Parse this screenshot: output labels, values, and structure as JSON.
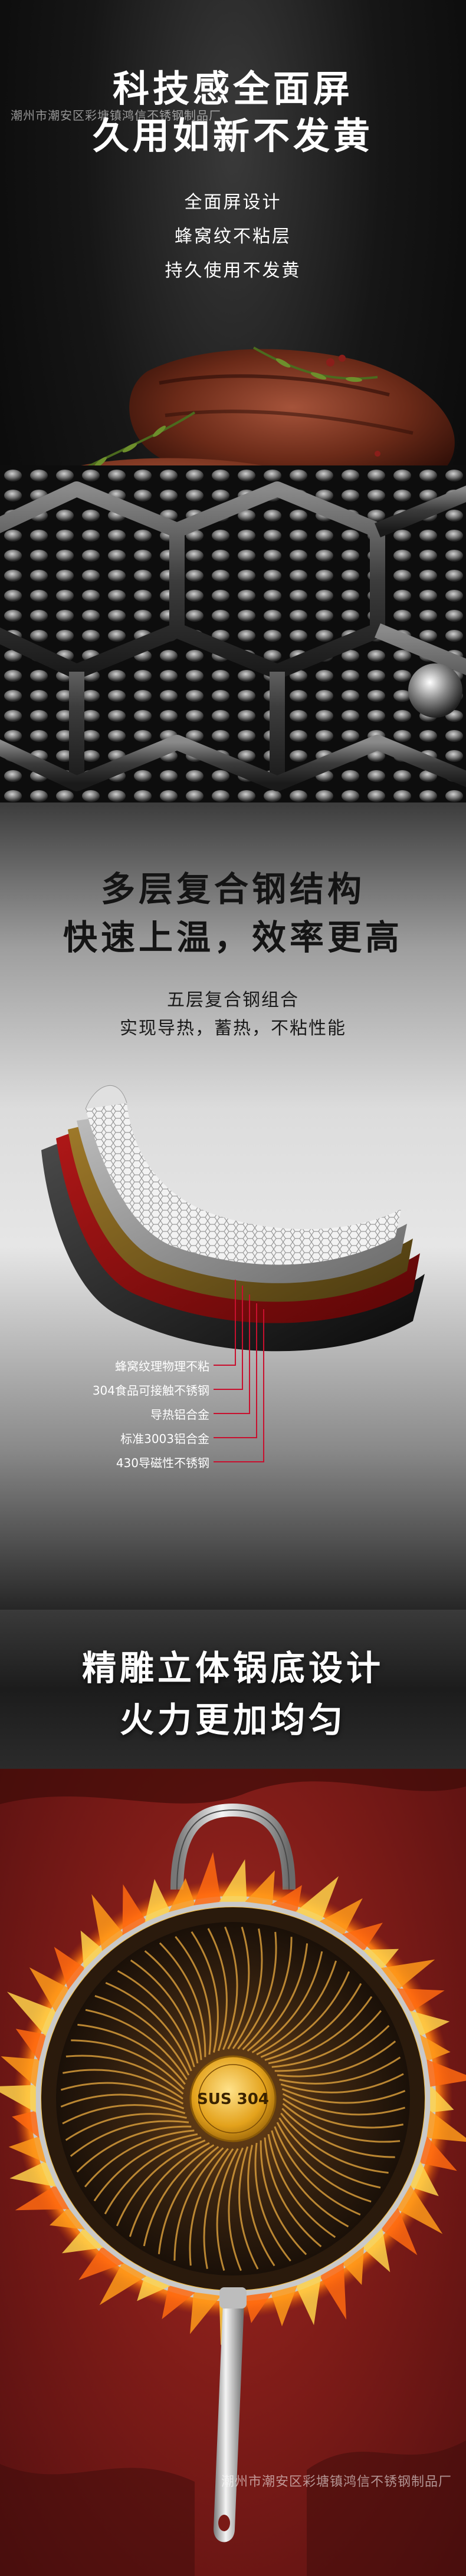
{
  "panel1": {
    "headline_line1": "科技感全面屏",
    "headline_line2": "久用如新不发黄",
    "watermark": "潮州市潮安区彩塘镇鸿信不锈钢制品厂",
    "features": [
      "全面屏设计",
      "蜂窝纹不粘层",
      "持久使用不发黄"
    ]
  },
  "panel2": {
    "headline_line1": "多层复合钢结构",
    "headline_line2": "快速上温，效率更高",
    "sub_line1": "五层复合钢组合",
    "sub_line2": "实现导热，蓄热，不粘性能",
    "layers": [
      "蜂窝纹理物理不粘",
      "304食品可接触不锈钢",
      "导热铝合金",
      "标准3003铝合金",
      "430导磁性不锈钢"
    ],
    "accent_color": "#c8102e"
  },
  "panel3": {
    "headline_line1": "精雕立体锅底设计",
    "headline_line2": "火力更加均匀"
  },
  "panel4": {
    "badge": "SUS 304",
    "watermark": "潮州市潮安区彩塘镇鸿信不锈钢制品厂",
    "fire_color": "#ff9a1a"
  }
}
